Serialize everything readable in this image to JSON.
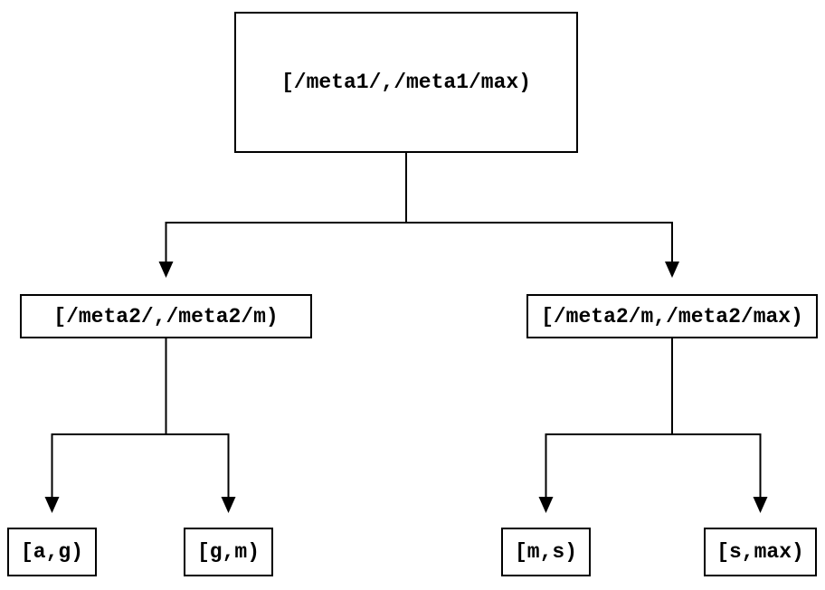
{
  "diagram": {
    "type": "binary-tree",
    "colors": {
      "background": "#ffffff",
      "line": "#000000",
      "box_border": "#000000",
      "text": "#000000"
    },
    "root": {
      "label": "[/meta1/,/meta1/max)"
    },
    "children": [
      {
        "label": "[/meta2/,/meta2/m)",
        "children": [
          {
            "label": "[a,g)"
          },
          {
            "label": "[g,m)"
          }
        ]
      },
      {
        "label": "[/meta2/m,/meta2/max)",
        "children": [
          {
            "label": "[m,s)"
          },
          {
            "label": "[s,max)"
          }
        ]
      }
    ]
  }
}
